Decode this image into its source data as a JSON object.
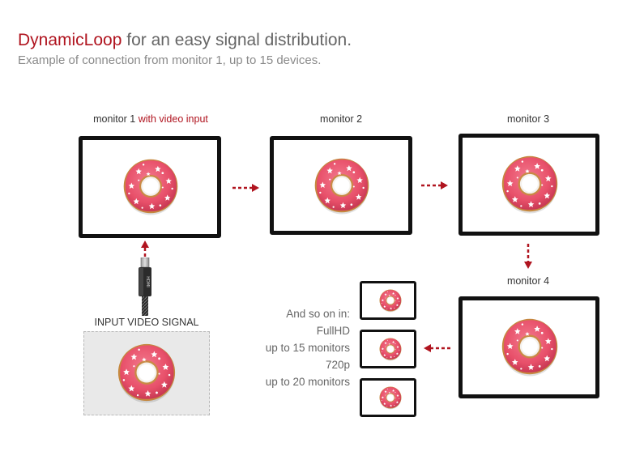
{
  "header": {
    "brand": "DynamicLoop",
    "title_rest": " for an easy signal distribution.",
    "subtitle": "Example of connection from monitor 1, up to 15 devices."
  },
  "monitors": {
    "m1_label": "monitor 1",
    "m1_accent": " with video input",
    "m2_label": "monitor 2",
    "m3_label": "monitor 3",
    "m4_label": "monitor 4"
  },
  "input": {
    "label": "INPUT VIDEO SIGNAL",
    "cable_text": "HDMI"
  },
  "notes": {
    "line1": "And so on in:",
    "line2": "FullHD",
    "line3": "up to 15 monitors",
    "line4": "720p",
    "line5": "up to 20 monitors"
  },
  "colors": {
    "accent": "#b0141f",
    "donut_pink": "#e8506a",
    "donut_dough": "#d99a4e",
    "monitor_frame": "#111111"
  },
  "icons": [
    "donut-icon",
    "arrow-right-icon",
    "arrow-down-icon",
    "arrow-left-icon",
    "arrow-up-icon",
    "hdmi-cable-icon"
  ]
}
